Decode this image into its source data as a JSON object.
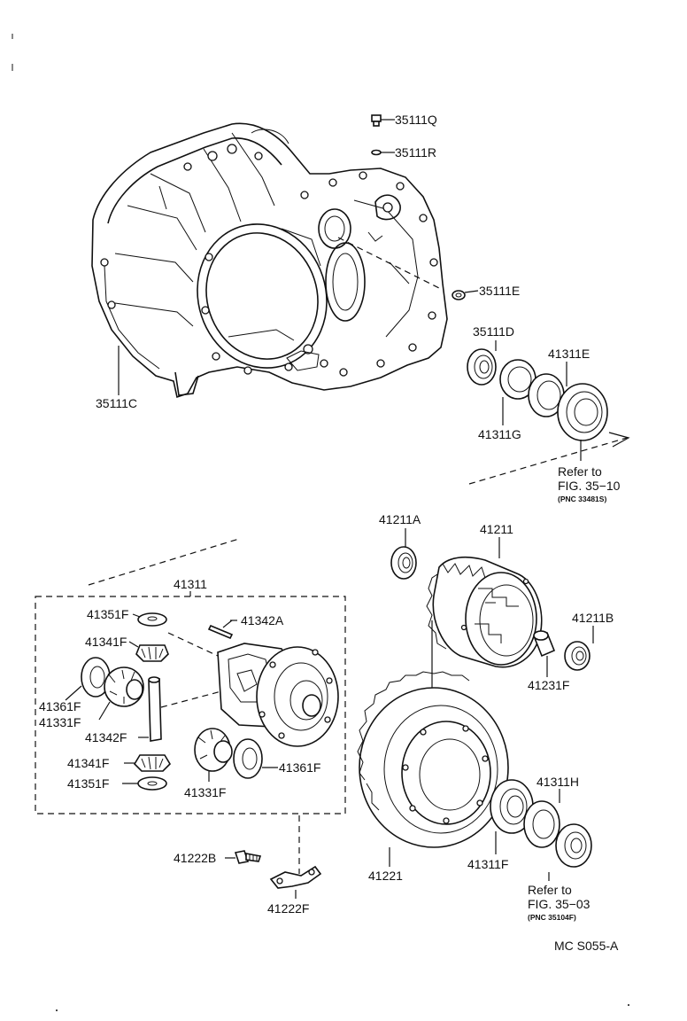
{
  "labels": {
    "p35111Q": "35111Q",
    "p35111R": "35111R",
    "p35111E": "35111E",
    "p35111D": "35111D",
    "p41311E": "41311E",
    "p41311G": "41311G",
    "p35111C": "35111C",
    "p41211A": "41211A",
    "p41211": "41211",
    "p41211B": "41211B",
    "p41231F": "41231F",
    "p41311": "41311",
    "p41351F_a": "41351F",
    "p41342A": "41342A",
    "p41341F_a": "41341F",
    "p41361F_a": "41361F",
    "p41331F_a": "41331F",
    "p41342F": "41342F",
    "p41341F_b": "41341F",
    "p41351F_b": "41351F",
    "p41331F_b": "41331F",
    "p41361F_b": "41361F",
    "p41222B": "41222B",
    "p41222F": "41222F",
    "p41221": "41221",
    "p41311F": "41311F",
    "p41311H": "41311H"
  },
  "references": {
    "ref1": {
      "line1": "Refer to",
      "line2": "FIG. 35−10",
      "line3": "(PNC 33481S)"
    },
    "ref2": {
      "line1": "Refer to",
      "line2": "FIG. 35−03",
      "line3": "(PNC 35104F)"
    }
  },
  "figure_code": "MC  S055-A"
}
